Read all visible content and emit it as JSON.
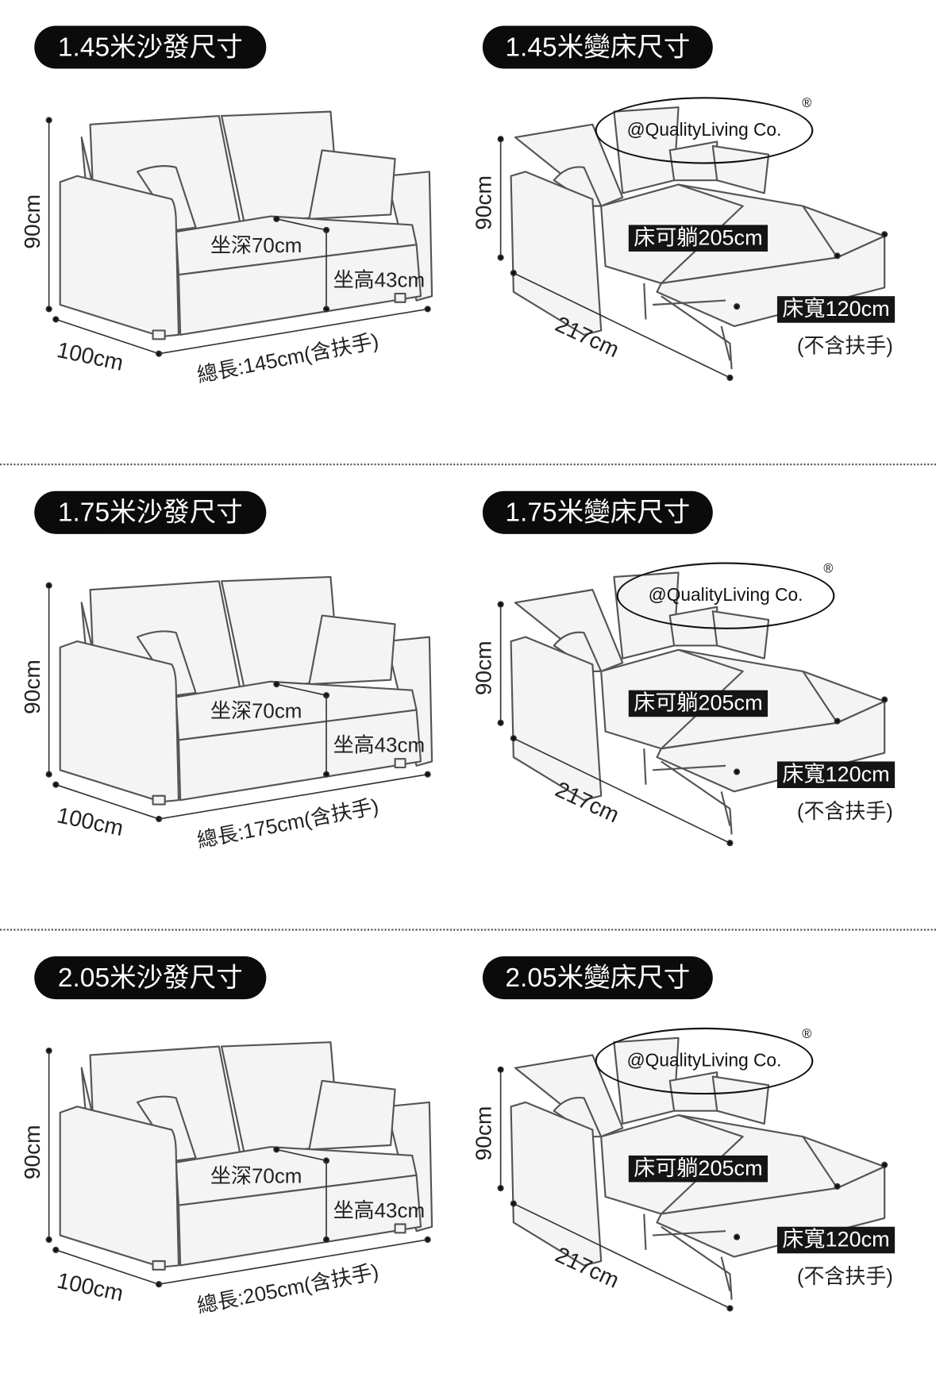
{
  "brand": {
    "watermark": "@QualityLiving Co.",
    "registered_mark": "®"
  },
  "sections": [
    {
      "sofa_title": "1.45米沙發尺寸",
      "bed_title": "1.45米變床尺寸",
      "sofa": {
        "height": "90cm",
        "depth": "100cm",
        "total_length": "總長:145cm(含扶手)",
        "seat_depth": "坐深70cm",
        "seat_height": "坐高43cm"
      },
      "bed": {
        "height": "90cm",
        "length": "217cm",
        "lying_length": "床可躺205cm",
        "bed_width": "床寬120cm",
        "note": "(不含扶手)"
      }
    },
    {
      "sofa_title": "1.75米沙發尺寸",
      "bed_title": "1.75米變床尺寸",
      "sofa": {
        "height": "90cm",
        "depth": "100cm",
        "total_length": "總長:175cm(含扶手)",
        "seat_depth": "坐深70cm",
        "seat_height": "坐高43cm"
      },
      "bed": {
        "height": "90cm",
        "length": "217cm",
        "lying_length": "床可躺205cm",
        "bed_width": "床寬120cm",
        "note": "(不含扶手)"
      }
    },
    {
      "sofa_title": "2.05米沙發尺寸",
      "bed_title": "2.05米變床尺寸",
      "sofa": {
        "height": "90cm",
        "depth": "100cm",
        "total_length": "總長:205cm(含扶手)",
        "seat_depth": "坐深70cm",
        "seat_height": "坐高43cm"
      },
      "bed": {
        "height": "90cm",
        "length": "217cm",
        "lying_length": "床可躺205cm",
        "bed_width": "床寬120cm",
        "note": "(不含扶手)"
      }
    }
  ]
}
